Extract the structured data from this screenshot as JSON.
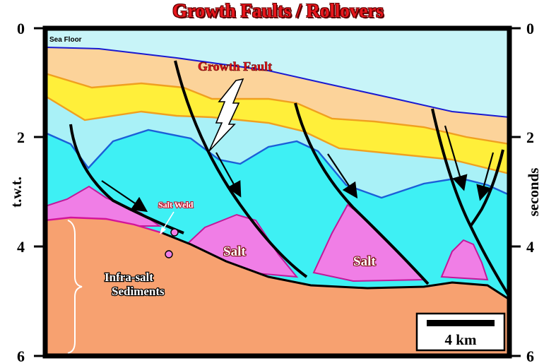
{
  "title": "Growth Faults / Rollovers",
  "left_axis": {
    "label": "t.w.t.",
    "ticks": [
      "0",
      "2",
      "4",
      "6"
    ]
  },
  "right_axis": {
    "label": "seconds",
    "ticks": [
      "0",
      "2",
      "4",
      "6"
    ]
  },
  "labels": {
    "sea_floor": "Sea Floor",
    "growth_fault": "Growth Fault",
    "salt_weld": "Salt Weld",
    "salt_1": "Salt",
    "salt_2": "Salt",
    "infra_salt_line1": "Infra-salt",
    "infra_salt_line2": "Sediments"
  },
  "scale_bar": {
    "label": "4 km"
  },
  "colors": {
    "title": "#e8161c",
    "sea": "#c8f4f8",
    "sand_light": "#fcd39a",
    "sand_yellow": "#ffef3a",
    "cyan_light": "#a9f1f7",
    "cyan": "#3ef0f4",
    "salt": "#f07ee6",
    "infra_salt": "#f7a170",
    "horizon_blue": "#1b5fd8"
  }
}
